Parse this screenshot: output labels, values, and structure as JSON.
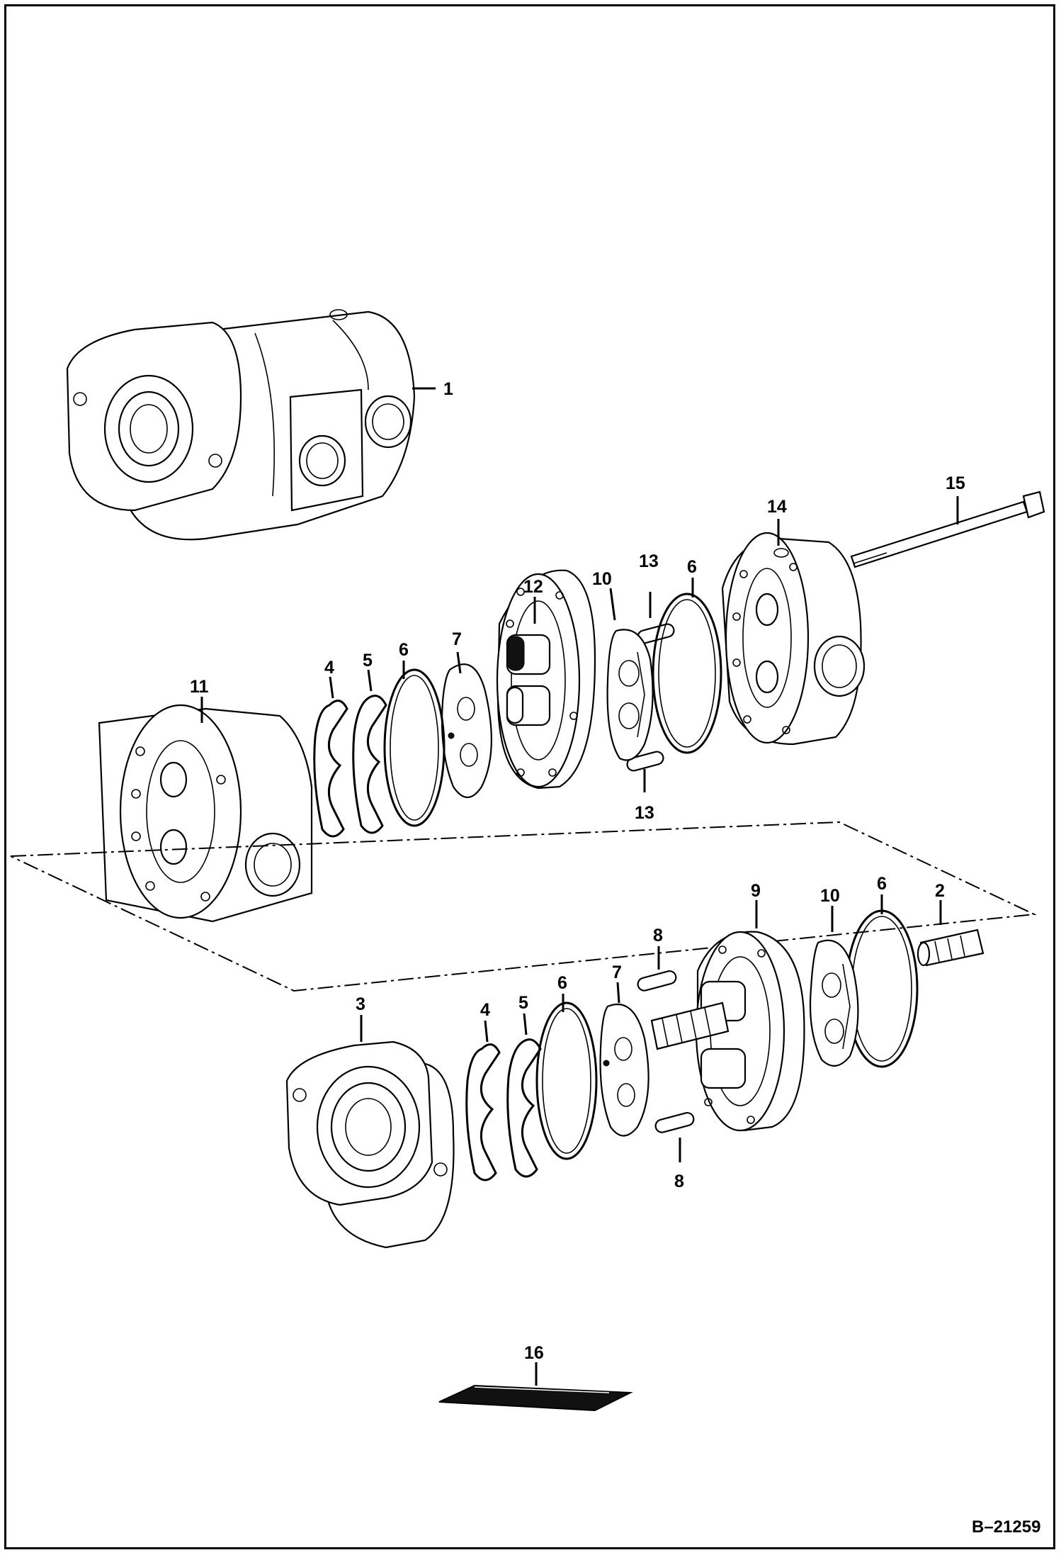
{
  "figure_number": "B–21259",
  "callouts": [
    {
      "id": "c1",
      "text": "1"
    },
    {
      "id": "c15",
      "text": "15"
    },
    {
      "id": "c14",
      "text": "14"
    },
    {
      "id": "c13a",
      "text": "13"
    },
    {
      "id": "c6a",
      "text": "6"
    },
    {
      "id": "c10a",
      "text": "10"
    },
    {
      "id": "c12",
      "text": "12"
    },
    {
      "id": "c7a",
      "text": "7"
    },
    {
      "id": "c6b",
      "text": "6"
    },
    {
      "id": "c5a",
      "text": "5"
    },
    {
      "id": "c4a",
      "text": "4"
    },
    {
      "id": "c11",
      "text": "11"
    },
    {
      "id": "c13b",
      "text": "13"
    },
    {
      "id": "c9",
      "text": "9"
    },
    {
      "id": "c10b",
      "text": "10"
    },
    {
      "id": "c6c",
      "text": "6"
    },
    {
      "id": "c2",
      "text": "2"
    },
    {
      "id": "c8a",
      "text": "8"
    },
    {
      "id": "c3",
      "text": "3"
    },
    {
      "id": "c4b",
      "text": "4"
    },
    {
      "id": "c5b",
      "text": "5"
    },
    {
      "id": "c6d",
      "text": "6"
    },
    {
      "id": "c7b",
      "text": "7"
    },
    {
      "id": "c8b",
      "text": "8"
    },
    {
      "id": "c16",
      "text": "16"
    }
  ]
}
